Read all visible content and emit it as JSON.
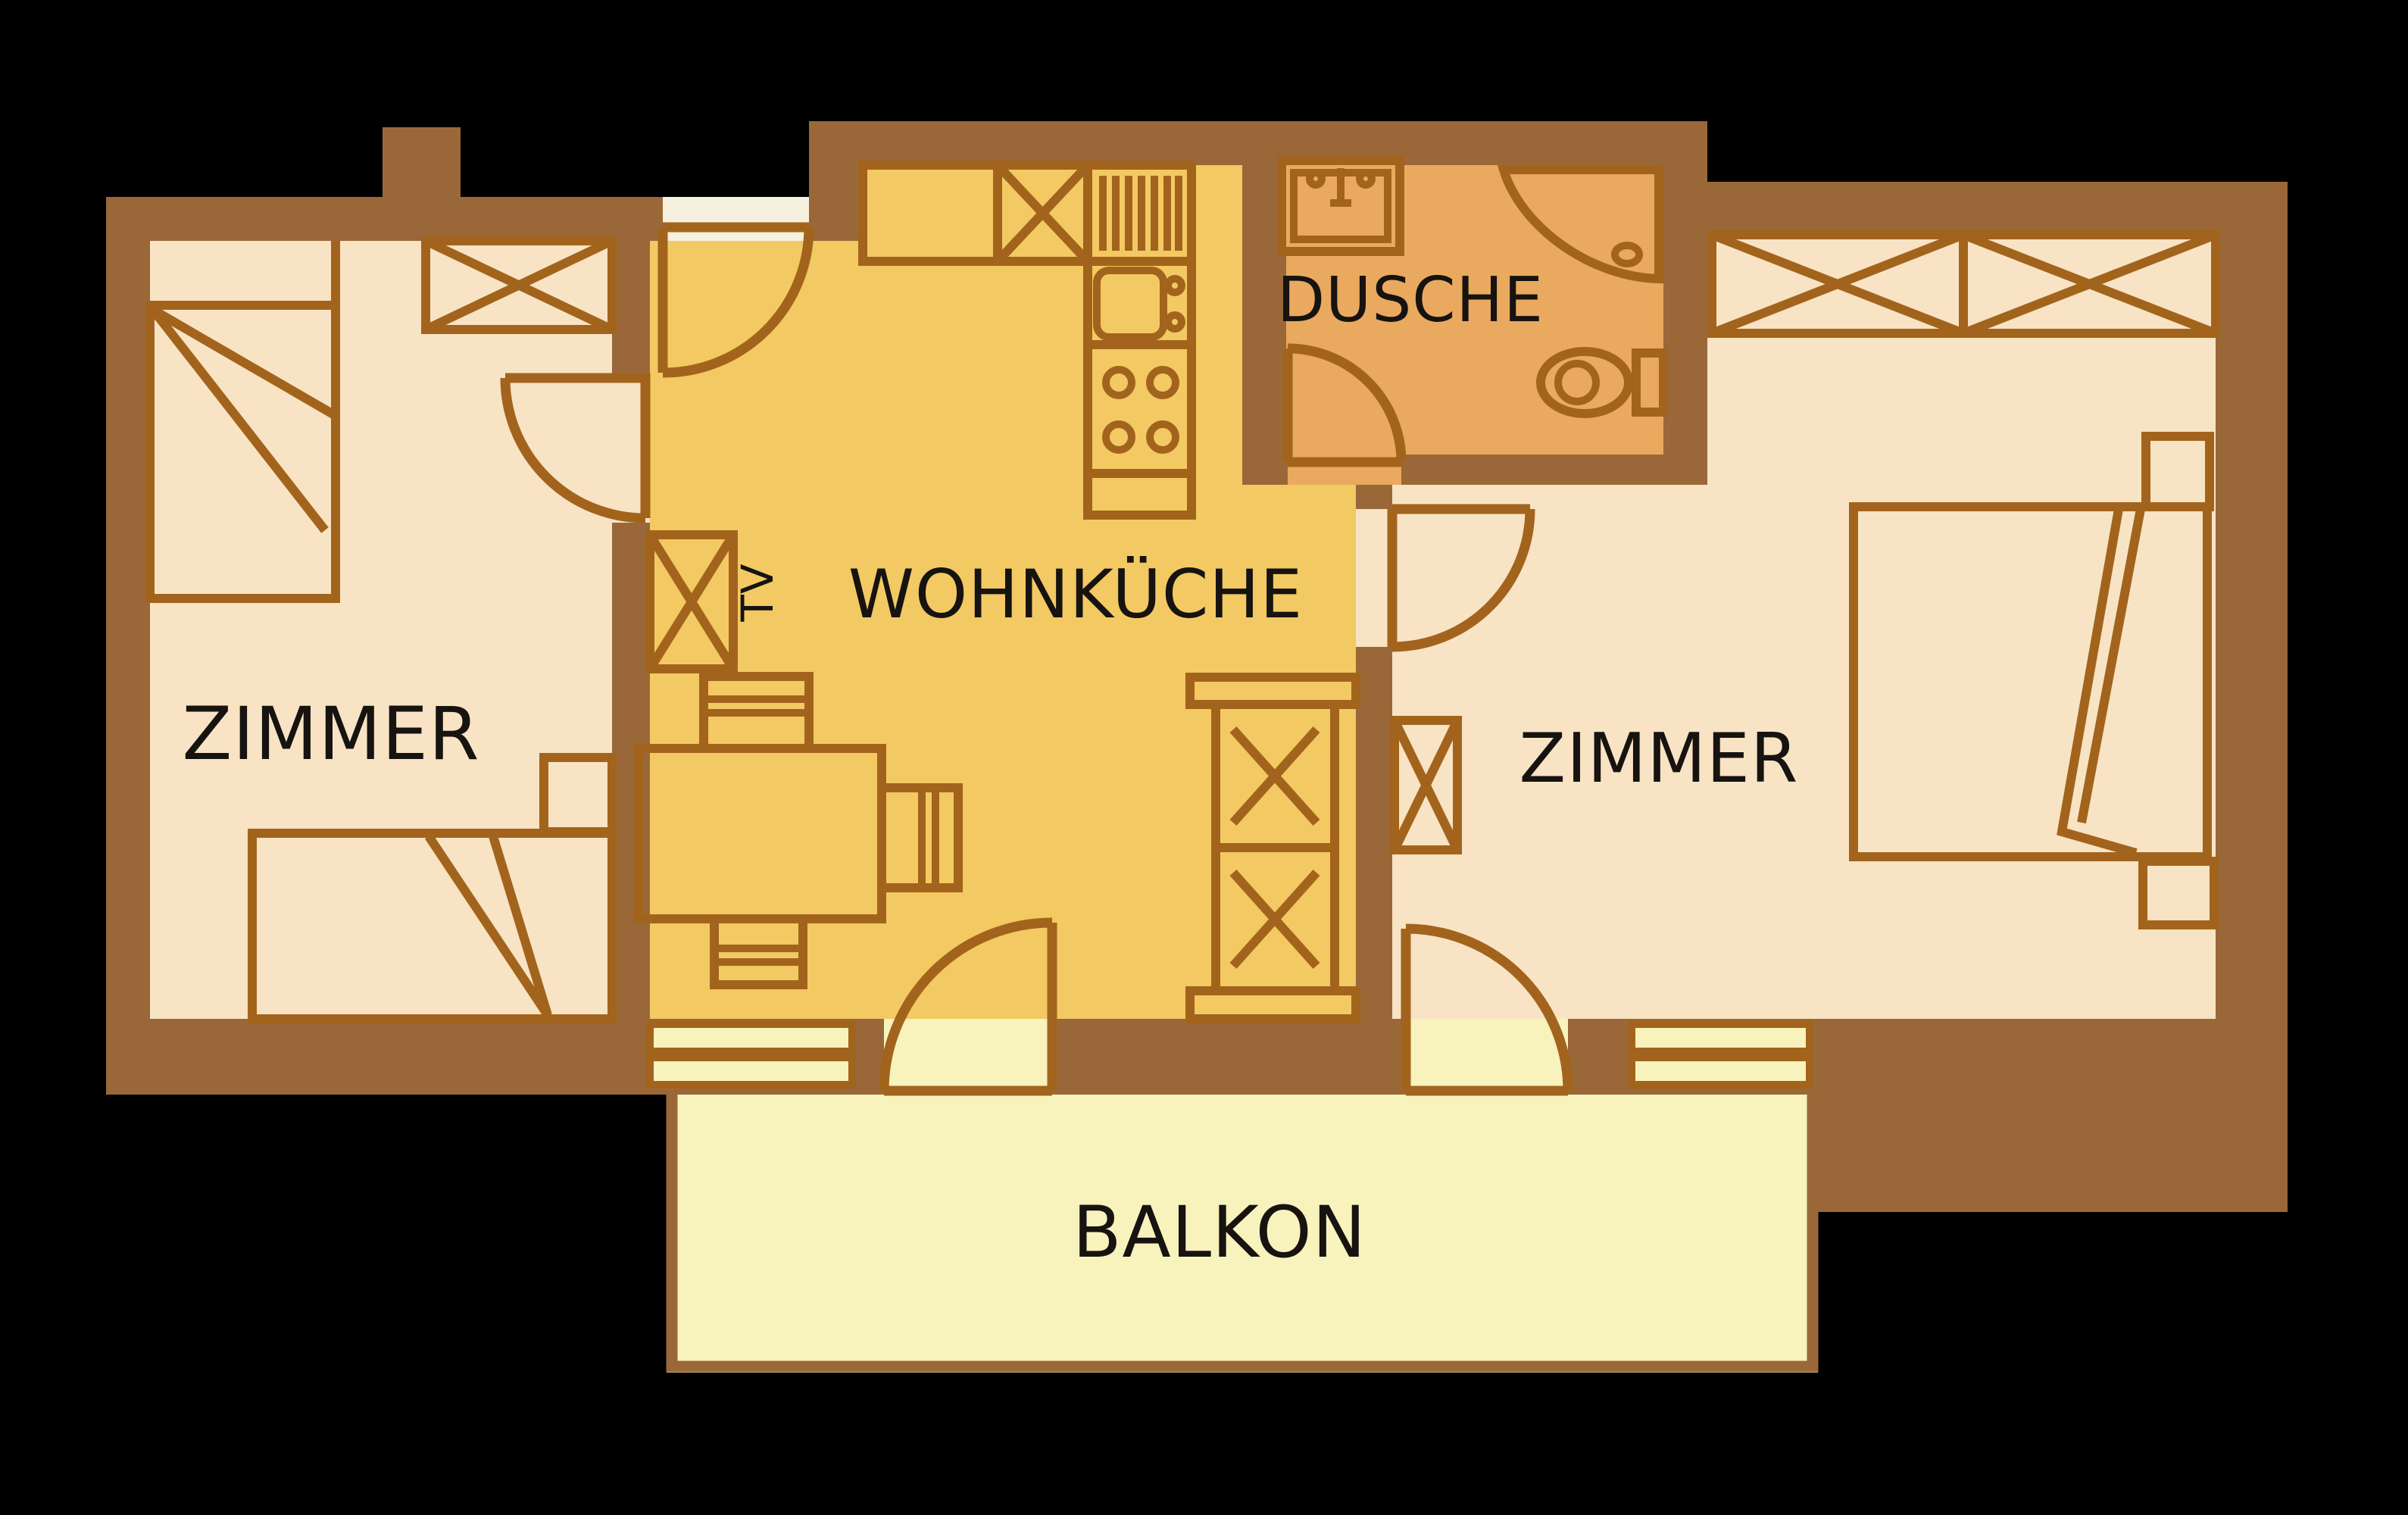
{
  "title": "Apartment floor plan",
  "labels": {
    "zimmer_left": "ZIMMER",
    "wohnkueche": "WOHNKÜCHE",
    "dusche": "DUSCHE",
    "zimmer_right": "ZIMMER",
    "balkon": "BALKON",
    "tv": "TV"
  },
  "colors": {
    "background": "#000000",
    "wall": "#9a6838",
    "line": "#a2641c",
    "text": "#161310",
    "bedroom": "#f8e3c4",
    "kitchen": "#f3c963",
    "shower_room": "#e9a95e",
    "balcony": "#f8f2bd",
    "threshold": "#f6f0de"
  }
}
